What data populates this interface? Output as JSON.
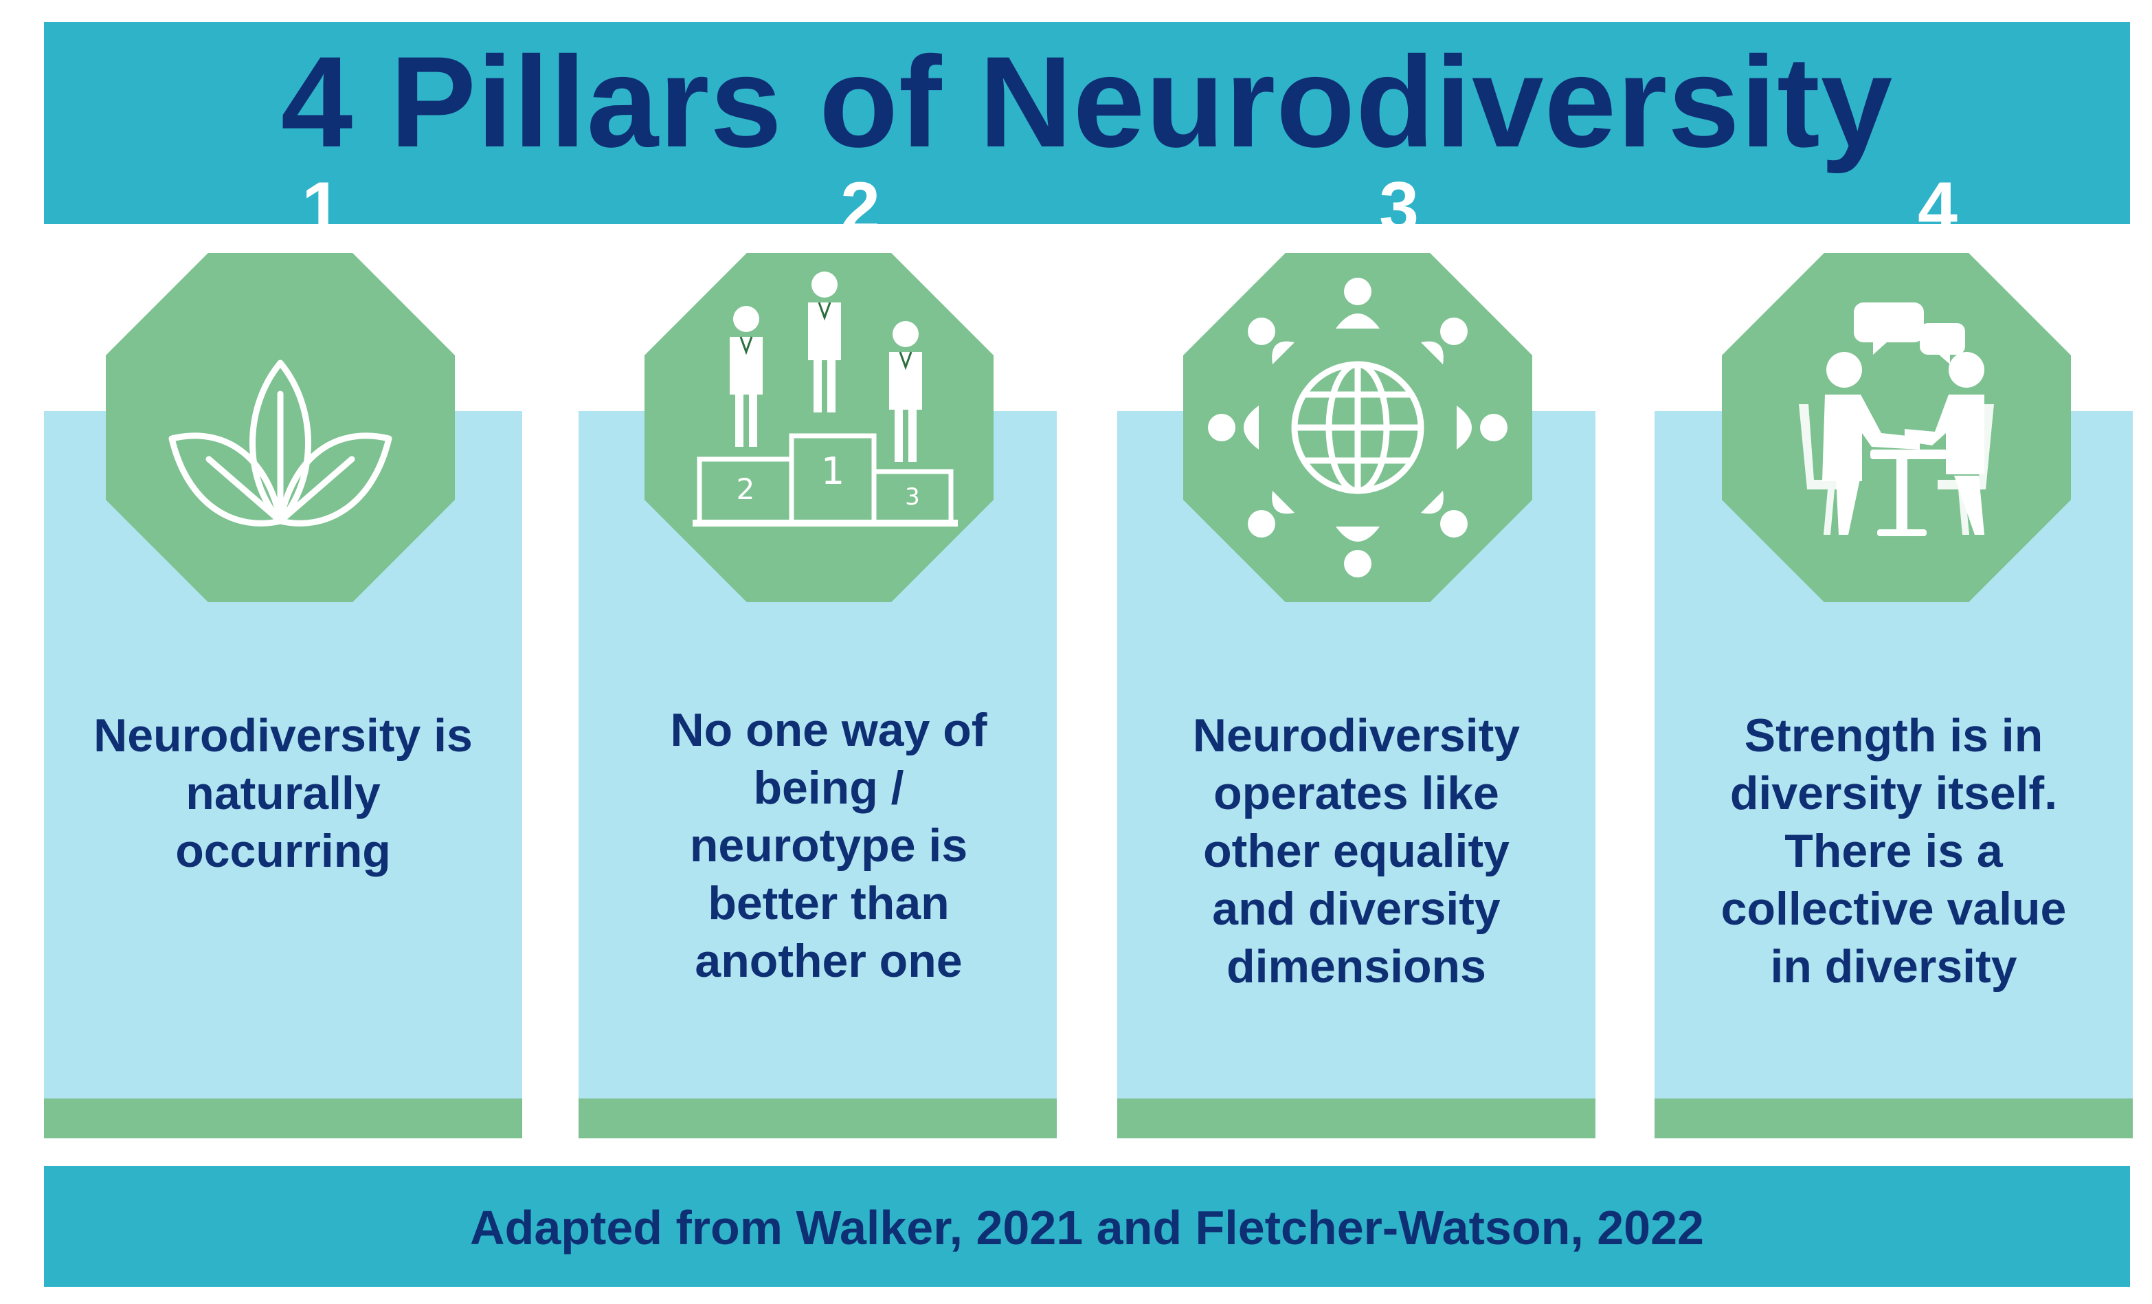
{
  "title": "4 Pillars of Neurodiversity",
  "pillars": [
    {
      "number": "1",
      "icon": "plant-sprout-icon",
      "text": "Neurodiversity is\nnaturally\noccurring"
    },
    {
      "number": "2",
      "icon": "podium-icon",
      "text": "No one way of\nbeing  /\nneurotype is\nbetter than\nanother one"
    },
    {
      "number": "3",
      "icon": "globe-people-icon",
      "text": "Neurodiversity\noperates like\nother equality\nand diversity\ndimensions"
    },
    {
      "number": "4",
      "icon": "people-conversation-icon",
      "text": "Strength is in\ndiversity itself.\nThere is a\ncollective value\nin diversity"
    }
  ],
  "podium_labels": [
    "2",
    "1",
    "3"
  ],
  "footer": "Adapted from Walker, 2021 and Fletcher-Watson, 2022",
  "colors": {
    "header": "#2fb3c9",
    "title_text": "#0f2f74",
    "panel": "#b0e4f1",
    "accent_green": "#7ec291"
  }
}
